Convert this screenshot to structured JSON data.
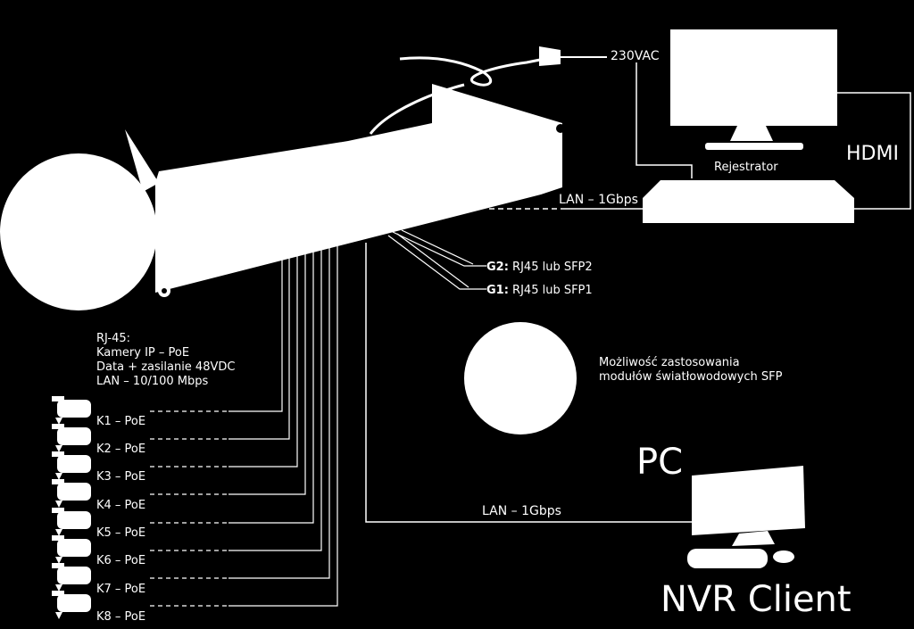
{
  "power": {
    "label": "230VAC"
  },
  "hdmi": {
    "label": "HDMI"
  },
  "recorder": {
    "label": "Rejestrator"
  },
  "lan_top": {
    "label": "LAN – 1Gbps"
  },
  "uplinks": [
    {
      "port": "G2:",
      "desc": " RJ45 lub SFP2"
    },
    {
      "port": "G1:",
      "desc": " RJ45 lub SFP1"
    }
  ],
  "sfp_note": {
    "line1": "Możliwość zastosowania",
    "line2": "modułów światłowodowych SFP"
  },
  "rj45_block": {
    "line1": "RJ-45:",
    "line2": "Kamery IP – PoE",
    "line3": "Data + zasilanie 48VDC",
    "line4": "LAN – 10/100 Mbps"
  },
  "cameras": [
    {
      "label": "K1 – PoE"
    },
    {
      "label": "K2 – PoE"
    },
    {
      "label": "K3 – PoE"
    },
    {
      "label": "K4 – PoE"
    },
    {
      "label": "K5 – PoE"
    },
    {
      "label": "K6 – PoE"
    },
    {
      "label": "K7 – PoE"
    },
    {
      "label": "K8 – PoE"
    }
  ],
  "lan_bottom": {
    "label": "LAN – 1Gbps"
  },
  "pc": {
    "label": "PC"
  },
  "nvr": {
    "label": "NVR Client"
  },
  "colors": {
    "background": "#000000",
    "foreground": "#ffffff"
  }
}
